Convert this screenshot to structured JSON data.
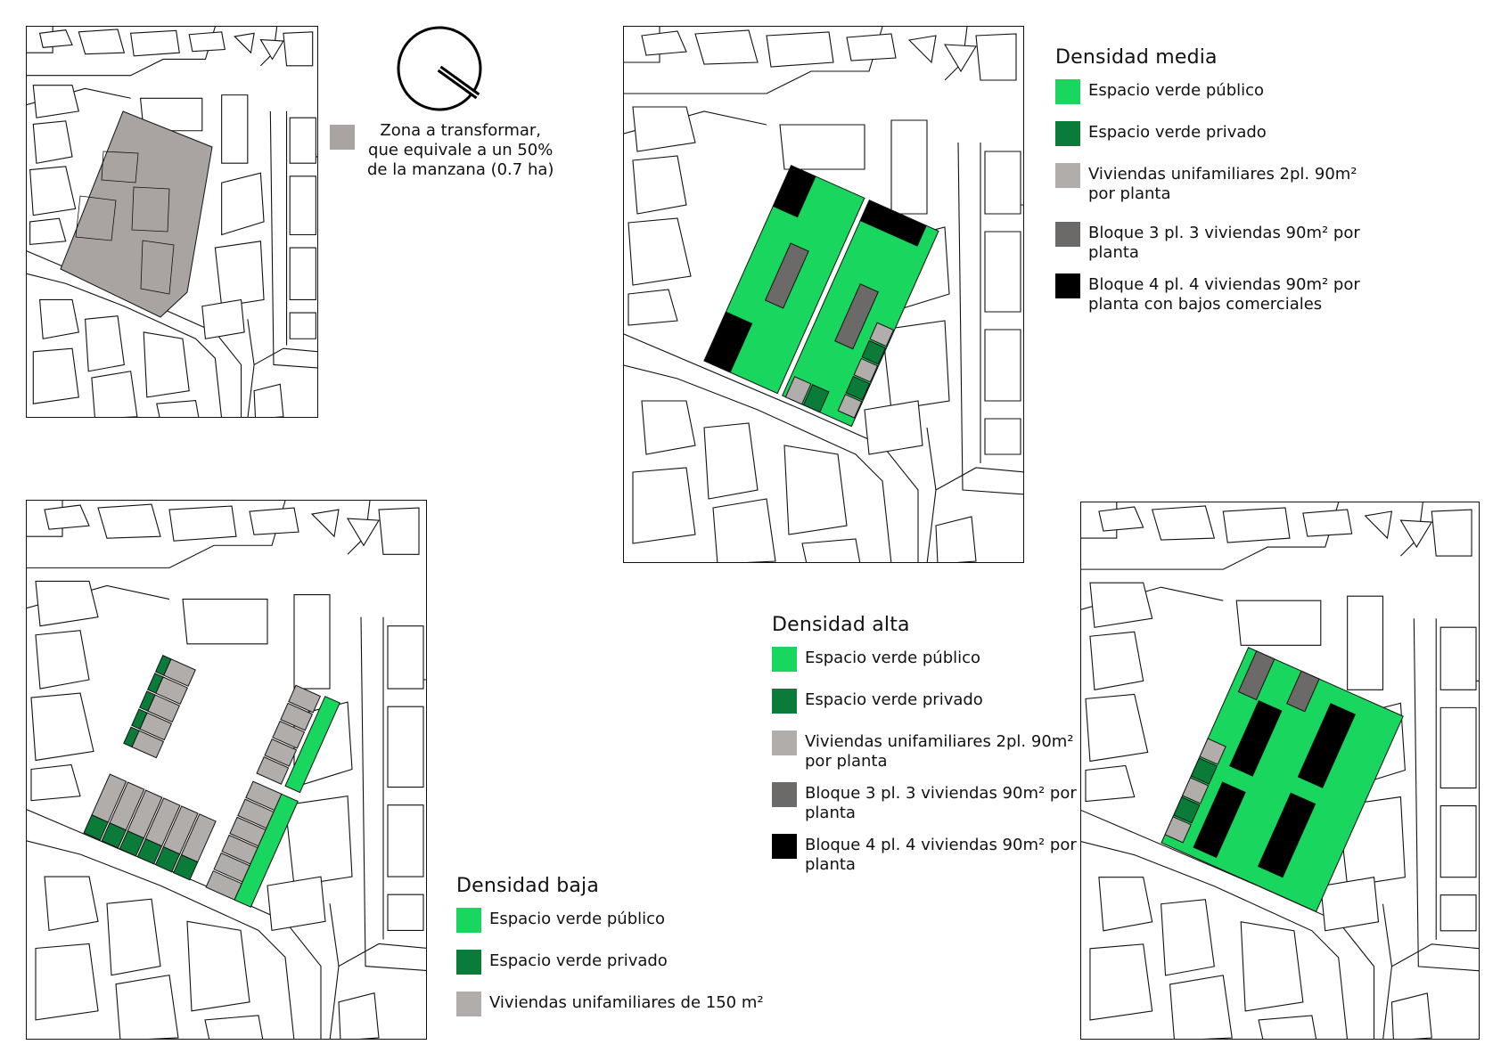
{
  "colors": {
    "public_green": "#19d65f",
    "private_green": "#0b7b3a",
    "light_gray": "#b1adab",
    "dark_gray": "#6b6a69",
    "black": "#000000",
    "zone_gray": "#a9a4a2"
  },
  "icons": {
    "compass": "north-arrow-icon"
  },
  "zone_note": {
    "text": "Zona a transformar,\nque equivale a un 50%\nde la manzana (0.7 ha)",
    "color": "#a9a4a2"
  },
  "media": {
    "title": "Densidad media",
    "items": [
      {
        "label": "Espacio verde público",
        "color": "#19d65f"
      },
      {
        "label": "Espacio verde privado",
        "color": "#0b7b3a"
      },
      {
        "label": "Viviendas unifamiliares 2pl. 90m² por planta",
        "color": "#b1adab"
      },
      {
        "label": "Bloque 3 pl. 3 viviendas 90m² por planta",
        "color": "#6b6a69"
      },
      {
        "label": "Bloque 4 pl. 4 viviendas 90m² por planta con bajos comerciales",
        "color": "#000000"
      }
    ]
  },
  "alta": {
    "title": "Densidad alta",
    "items": [
      {
        "label": "Espacio verde público",
        "color": "#19d65f"
      },
      {
        "label": "Espacio verde privado",
        "color": "#0b7b3a"
      },
      {
        "label": "Viviendas unifamiliares 2pl. 90m² por planta",
        "color": "#b1adab"
      },
      {
        "label": "Bloque 3 pl. 3 viviendas 90m² por planta",
        "color": "#6b6a69"
      },
      {
        "label": "Bloque 4 pl. 4 viviendas 90m² por planta",
        "color": "#000000"
      }
    ]
  },
  "baja": {
    "title": "Densidad baja",
    "items": [
      {
        "label": "Espacio verde público",
        "color": "#19d65f"
      },
      {
        "label": "Espacio verde privado",
        "color": "#0b7b3a"
      },
      {
        "label": "Viviendas unifamiliares de 150 m²",
        "color": "#b1adab"
      }
    ]
  }
}
